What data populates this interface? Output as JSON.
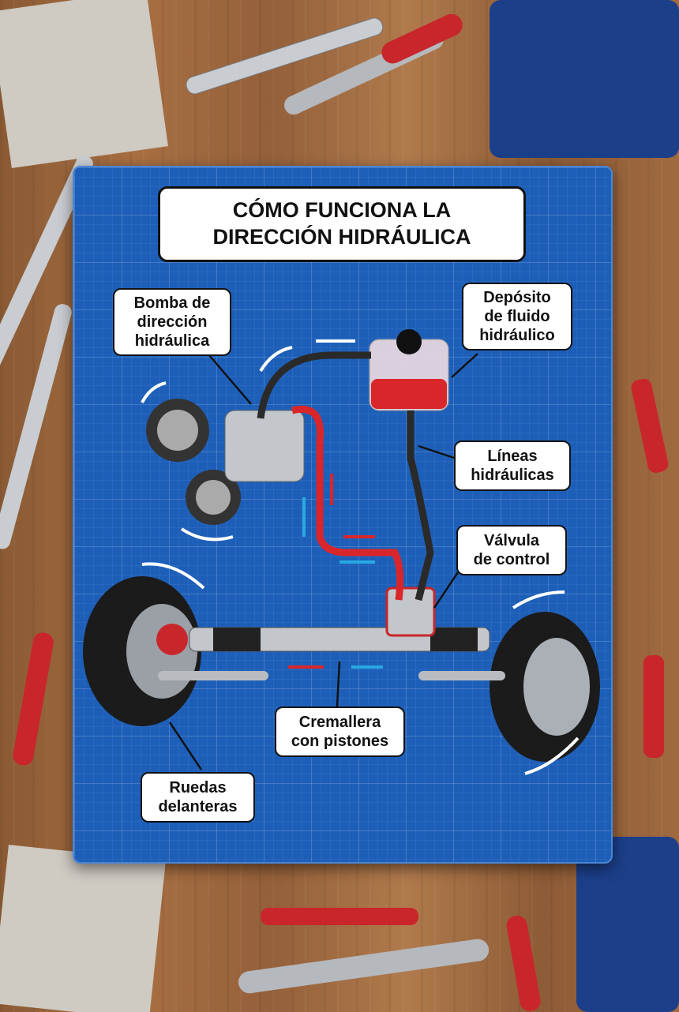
{
  "title": {
    "line1": "CÓMO FUNCIONA LA",
    "line2": "DIRECCIÓN HIDRÁULICA"
  },
  "labels": {
    "pump": [
      "Bomba de",
      "dirección",
      "hidráulica"
    ],
    "reservoir": [
      "Depósito",
      "de fluido",
      "hidráulico"
    ],
    "lines": [
      "Líneas",
      "hidráulicas"
    ],
    "valve": [
      "Válvula",
      "de control"
    ],
    "rack": [
      "Cremallera",
      "con pistones"
    ],
    "wheels": [
      "Ruedas",
      "delanteras"
    ]
  },
  "colors": {
    "board": "#1d5fb8",
    "pressure": "#d9262b",
    "return": "#27a9e1",
    "hose": "#2a2a2a"
  }
}
